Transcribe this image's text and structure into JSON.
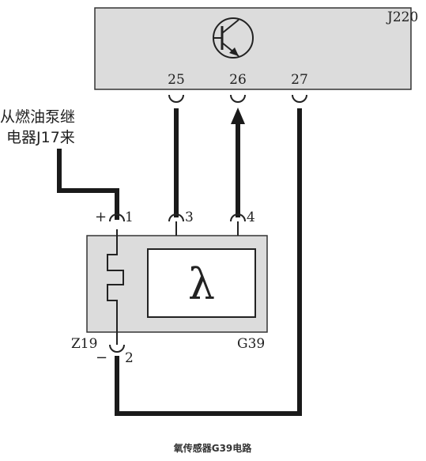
{
  "colors": {
    "ecu_fill": "#dcdcdc",
    "sensor_fill": "#dcdcdc",
    "wire": "#1a1a1a",
    "text": "#222222"
  },
  "ecu": {
    "label": "J220",
    "icon": "transistor-icon",
    "pins": [
      "25",
      "26",
      "27"
    ]
  },
  "source": {
    "line1": "从燃油泵继",
    "line2": "电器J17来"
  },
  "sensor": {
    "label_left": "Z19",
    "label_right": "G39",
    "symbol": "λ",
    "heater_icon": "heater-coil-icon",
    "plus": "+",
    "minus": "−",
    "pins": [
      "1",
      "3",
      "4",
      "2"
    ]
  },
  "caption": "氧传感器G39电路"
}
